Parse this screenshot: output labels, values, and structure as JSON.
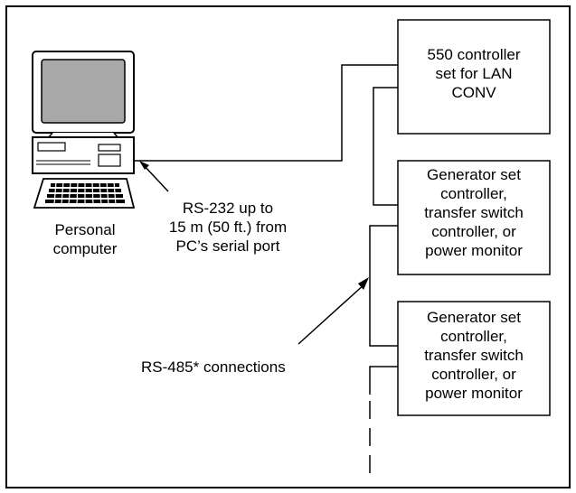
{
  "computer_label": [
    "Personal",
    "computer"
  ],
  "rs232_label": [
    "RS-232 up to",
    "15 m (50 ft.) from",
    "PC’s serial port"
  ],
  "rs485_label": "RS-485* connections",
  "controller_box": [
    "550 controller",
    "set for LAN",
    "CONV"
  ],
  "device_box_1": [
    "Generator set",
    "controller,",
    "transfer switch",
    "controller, or",
    "power monitor"
  ],
  "device_box_2": [
    "Generator set",
    "controller,",
    "transfer switch",
    "controller, or",
    "power monitor"
  ]
}
